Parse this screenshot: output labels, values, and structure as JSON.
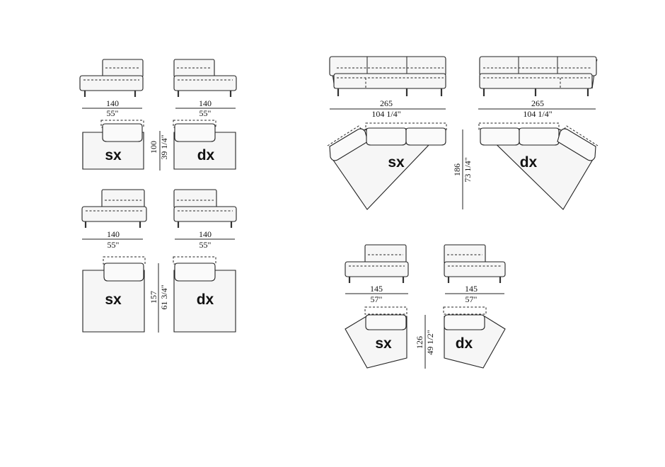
{
  "module_1": {
    "width_cm": "140",
    "width_in": "55\"",
    "width_cm_b": "140",
    "width_in_b": "55\"",
    "depth_cm": "100",
    "depth_in": "39 1/4\"",
    "left": "sx",
    "right": "dx"
  },
  "module_2": {
    "width_cm": "140",
    "width_in": "55\"",
    "width_cm_b": "140",
    "width_in_b": "55\"",
    "depth_cm": "157",
    "depth_in": "61 3/4\"",
    "left": "sx",
    "right": "dx"
  },
  "module_3": {
    "width_cm": "265",
    "width_in": "104 1/4\"",
    "width_cm_b": "265",
    "width_in_b": "104 1/4\"",
    "depth_cm": "186",
    "depth_in": "73 1/4\"",
    "left": "sx",
    "right": "dx"
  },
  "module_4": {
    "width_cm": "145",
    "width_in": "57\"",
    "width_cm_b": "145",
    "width_in_b": "57\"",
    "depth_cm": "126",
    "depth_in": "49 1/2\"",
    "left": "sx",
    "right": "dx"
  }
}
